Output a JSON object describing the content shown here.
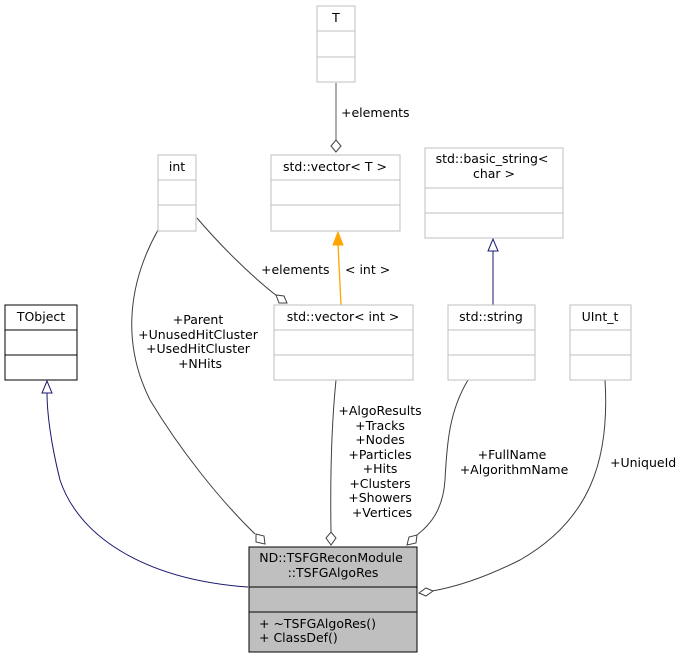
{
  "diagram": {
    "type": "collaboration-diagram",
    "focus_class": {
      "name_line1": "ND::TSFGReconModule",
      "name_line2": "::TSFGAlgoRes",
      "methods": [
        "+ ~TSFGAlgoRes()",
        "+ ClassDef()"
      ]
    },
    "nodes": {
      "tobject": "TObject",
      "int": "int",
      "t": "T",
      "vector_t": "std::vector< T >",
      "vector_int": "std::vector< int >",
      "basic_string_line1": "std::basic_string<",
      "basic_string_line2": "char >",
      "string": "std::string",
      "uint_t": "UInt_t"
    },
    "edges": {
      "t_to_vector_t": "+elements",
      "int_to_vector_int": "+elements",
      "vector_t_to_vector_int": "< int >",
      "int_to_focus": [
        "+Parent",
        "+UnusedHitCluster",
        "+UsedHitCluster",
        "+NHits"
      ],
      "vector_int_to_focus": [
        "+AlgoResults",
        "+Tracks",
        "+Nodes",
        "+Particles",
        "+Hits",
        "+Clusters",
        "+Showers",
        "+Vertices"
      ],
      "string_to_focus": [
        "+FullName",
        "+AlgorithmName"
      ],
      "uint_to_focus": "+UniqueId"
    },
    "colors": {
      "inheritance": "#191970",
      "template": "#ffa500",
      "usage": "#404040",
      "focus_fill": "#bfbfbf"
    }
  }
}
